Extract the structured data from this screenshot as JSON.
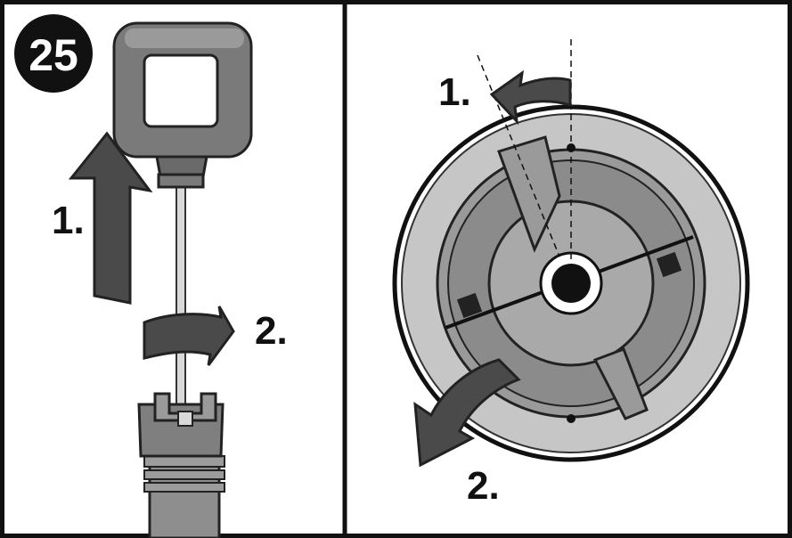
{
  "step": {
    "number": "25"
  },
  "left_panel": {
    "step1_label": "1.",
    "step2_label": "2."
  },
  "right_panel": {
    "step1_label": "1.",
    "step2_label": "2."
  },
  "colors": {
    "frame": "#111111",
    "part_dark": "#6d6d6d",
    "part_mid": "#8e8e8e",
    "part_light": "#bdbdbd",
    "arrow": "#4a4a4a",
    "badge": "#111111"
  }
}
